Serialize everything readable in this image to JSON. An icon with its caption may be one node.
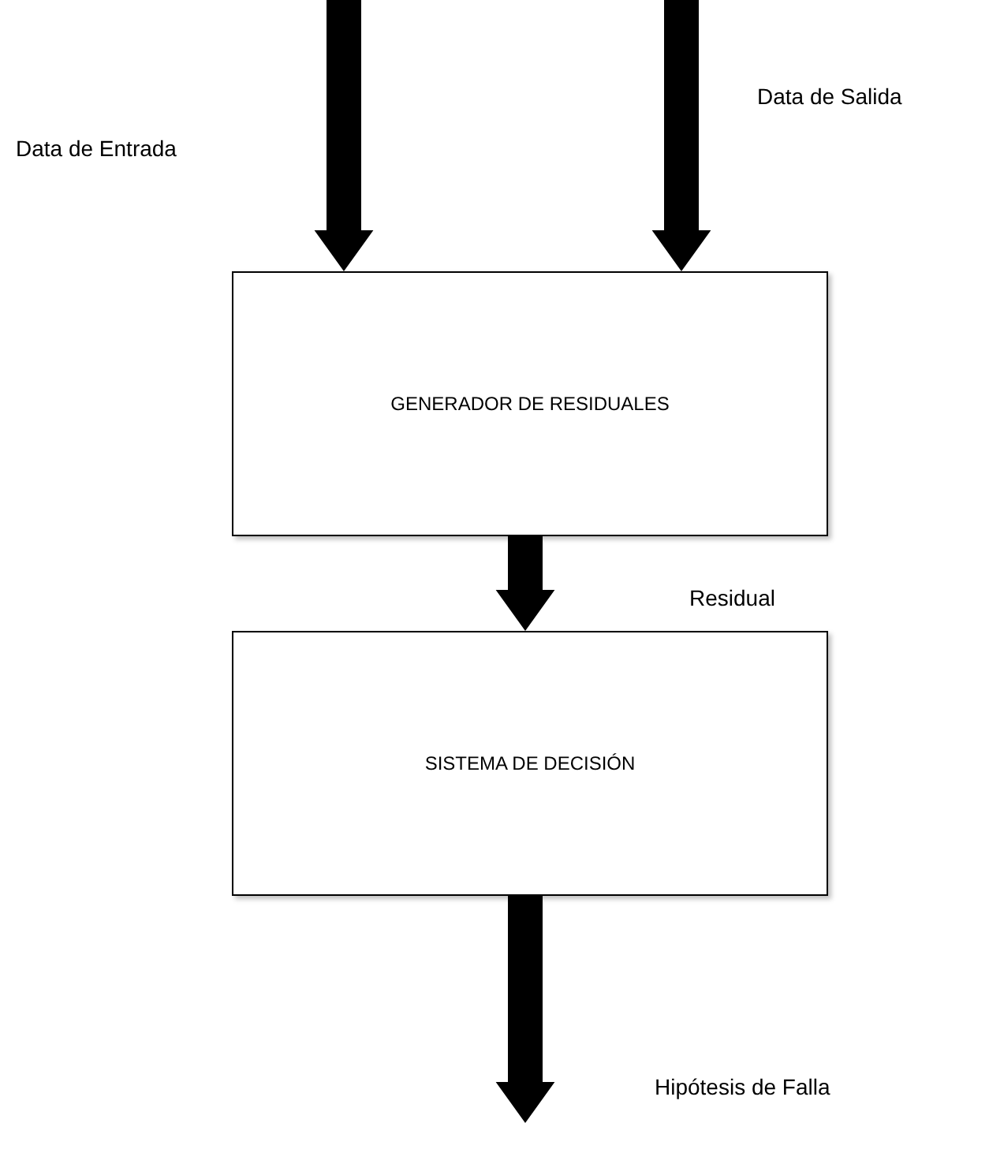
{
  "diagram": {
    "nodes": [
      {
        "text": [
          "GENERADOR DE RESIDUALES"
        ]
      },
      {
        "text": [
          "SISTEMA DE DECISIÓN"
        ]
      }
    ],
    "edges": [
      {
        "from": null,
        "to": 0,
        "arrow": "to",
        "style": "thick"
      },
      {
        "from": null,
        "to": 0,
        "arrow": "to",
        "style": "thick"
      },
      {
        "from": 0,
        "to": 1,
        "arrow": "to",
        "style": "thick"
      },
      {
        "from": 1,
        "to": null,
        "arrow": "to",
        "style": "thick"
      }
    ],
    "labels": [
      "Data de Entrada",
      "Data de Salida",
      "Residual",
      "Hipótesis de Falla"
    ]
  }
}
